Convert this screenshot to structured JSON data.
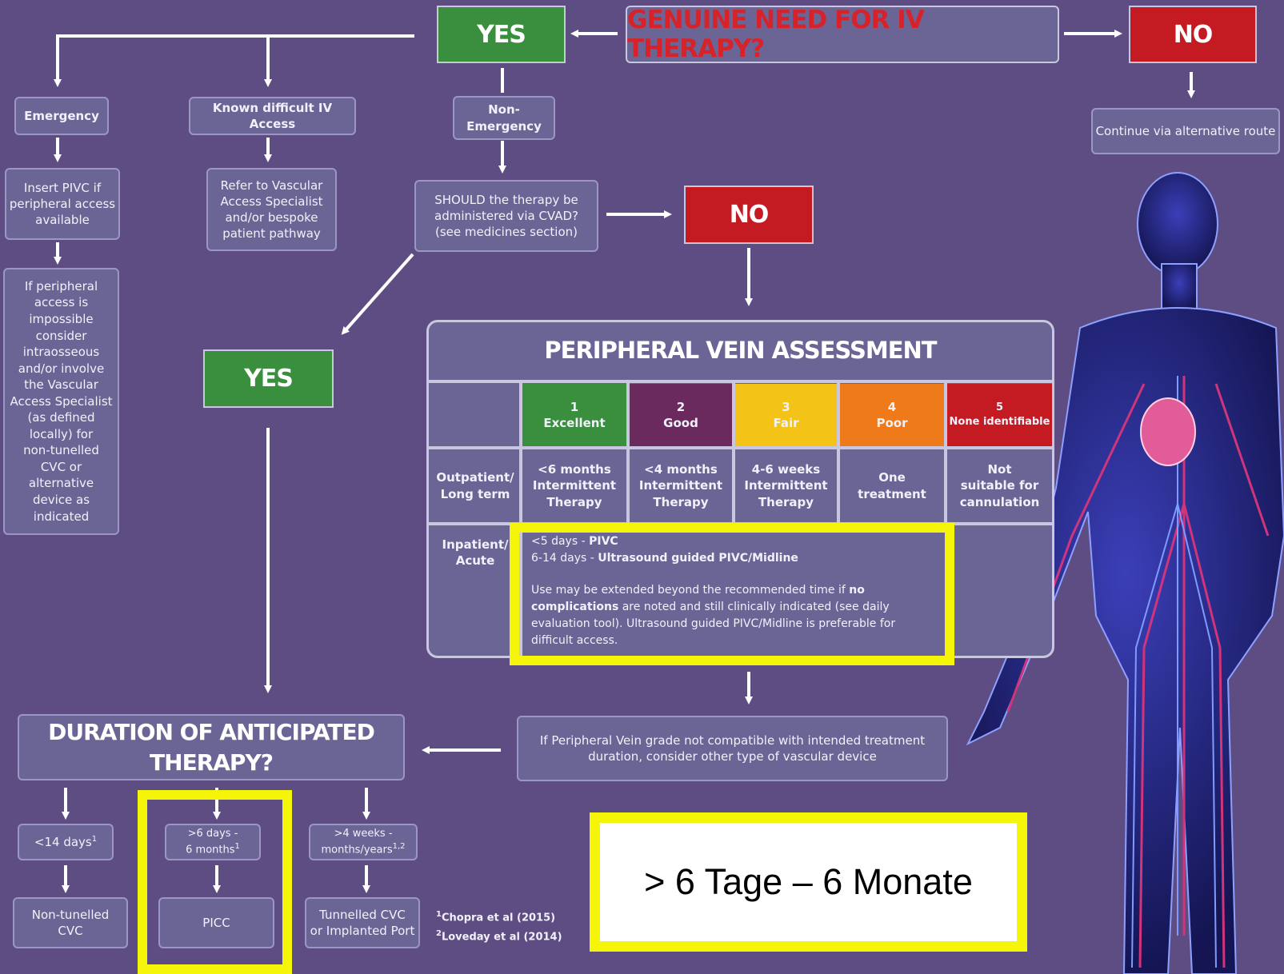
{
  "top": {
    "question": "GENUINE NEED FOR IV THERAPY?",
    "yes": "YES",
    "no": "NO",
    "continue": "Continue via alternative route"
  },
  "branches": {
    "emergency": "Emergency",
    "difficult": "Known difficult IV Access",
    "non_emergency": "Non-\nEmergency",
    "insert_pivc": "Insert PIVC if\nperipheral access\navailable",
    "refer": "Refer to Vascular\nAccess Specialist\nand/or bespoke\npatient pathway",
    "if_peripheral": "If peripheral\naccess is\nimpossible\nconsider\nintraosseous\nand/or involve\nthe Vascular\nAccess Specialist\n(as defined\nlocally) for\nnon-tunelled\nCVC or\nalternative\ndevice as\nindicated",
    "should_cvad": "SHOULD the therapy be\nadministered via CVAD?\n(see medicines section)",
    "cvad_no": "NO",
    "cvad_yes": "YES"
  },
  "pva": {
    "title": "PERIPHERAL VEIN ASSESSMENT",
    "grades": [
      {
        "num": "1",
        "label": "Excellent",
        "color": "#3a8f3e"
      },
      {
        "num": "2",
        "label": "Good",
        "color": "#6a2a5e"
      },
      {
        "num": "3",
        "label": "Fair",
        "color": "#f3c318"
      },
      {
        "num": "4",
        "label": "Poor",
        "color": "#ee7a1a"
      },
      {
        "num": "5",
        "label": "None identifiable",
        "color": "#c41a22"
      }
    ],
    "row_out_label": "Outpatient/\nLong term",
    "row_out": [
      "<6 months\nIntermittent\nTherapy",
      "<4 months\nIntermittent\nTherapy",
      "4-6 weeks\nIntermittent\nTherapy",
      "One\ntreatment",
      "Not\nsuitable for\ncannulation"
    ],
    "row_in_label": "Inpatient/\nAcute",
    "inpatient_line1_a": "<5 days - ",
    "inpatient_line1_b": "PIVC",
    "inpatient_line2_a": "6-14 days  - ",
    "inpatient_line2_b": "Ultrasound guided PIVC/Midline",
    "inpatient_text_a": "Use may be extended beyond  the recommended time if ",
    "inpatient_text_b": "no complications",
    "inpatient_text_c": " are noted and still clinically indicated (see daily evaluation tool). Ultrasound guided PIVC/Midline is preferable for difficult access."
  },
  "not_compatible": "If Peripheral Vein grade not compatible with intended treatment\nduration, consider other type of vascular device",
  "duration": {
    "title": "DURATION OF ANTICIPATED THERAPY?",
    "opt1": "<14 days",
    "opt1_sup": "1",
    "opt2": ">6 days -\n6 months",
    "opt2_sup": "1",
    "opt3": ">4 weeks -\nmonths/years",
    "opt3_sup": "1,2",
    "dev1": "Non-tunelled\nCVC",
    "dev2": "PICC",
    "dev3": "Tunnelled CVC\nor Implanted Port"
  },
  "refs": {
    "r1_sup": "1",
    "r1": "Chopra et al (2015)",
    "r2_sup": "2",
    "r2": "Loveday et al (2014)"
  },
  "callout": "> 6 Tage – 6 Monate",
  "colors": {
    "background": "#5e4d82",
    "box": "#6b6596",
    "yes": "#3a8f3e",
    "no": "#c41a22",
    "highlight": "#f5f50a"
  }
}
